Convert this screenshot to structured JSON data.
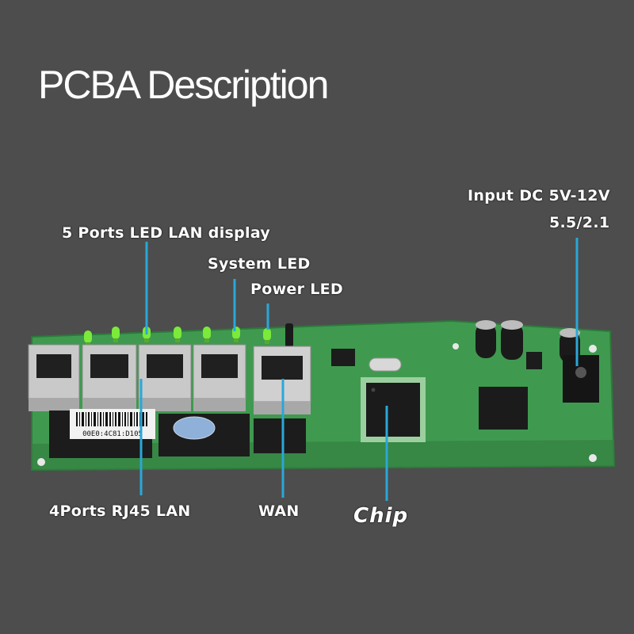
{
  "title": "PCBA Description",
  "labels": {
    "input_dc": "Input DC 5V-12V",
    "plug_size": "5.5/2.1",
    "led_lan_display": "5 Ports LED LAN display",
    "system_led": "System LED",
    "power_led": "Power LED",
    "lan_ports": "4Ports RJ45 LAN",
    "wan": "WAN",
    "chip": "Chip"
  },
  "sticker": "00E0:4C81:D105",
  "colors": {
    "background": "#4d4d4d",
    "pcb": "#3f9a4f",
    "pointer": "#2aa7d8",
    "led": "#7bea3a",
    "text": "#ffffff"
  }
}
